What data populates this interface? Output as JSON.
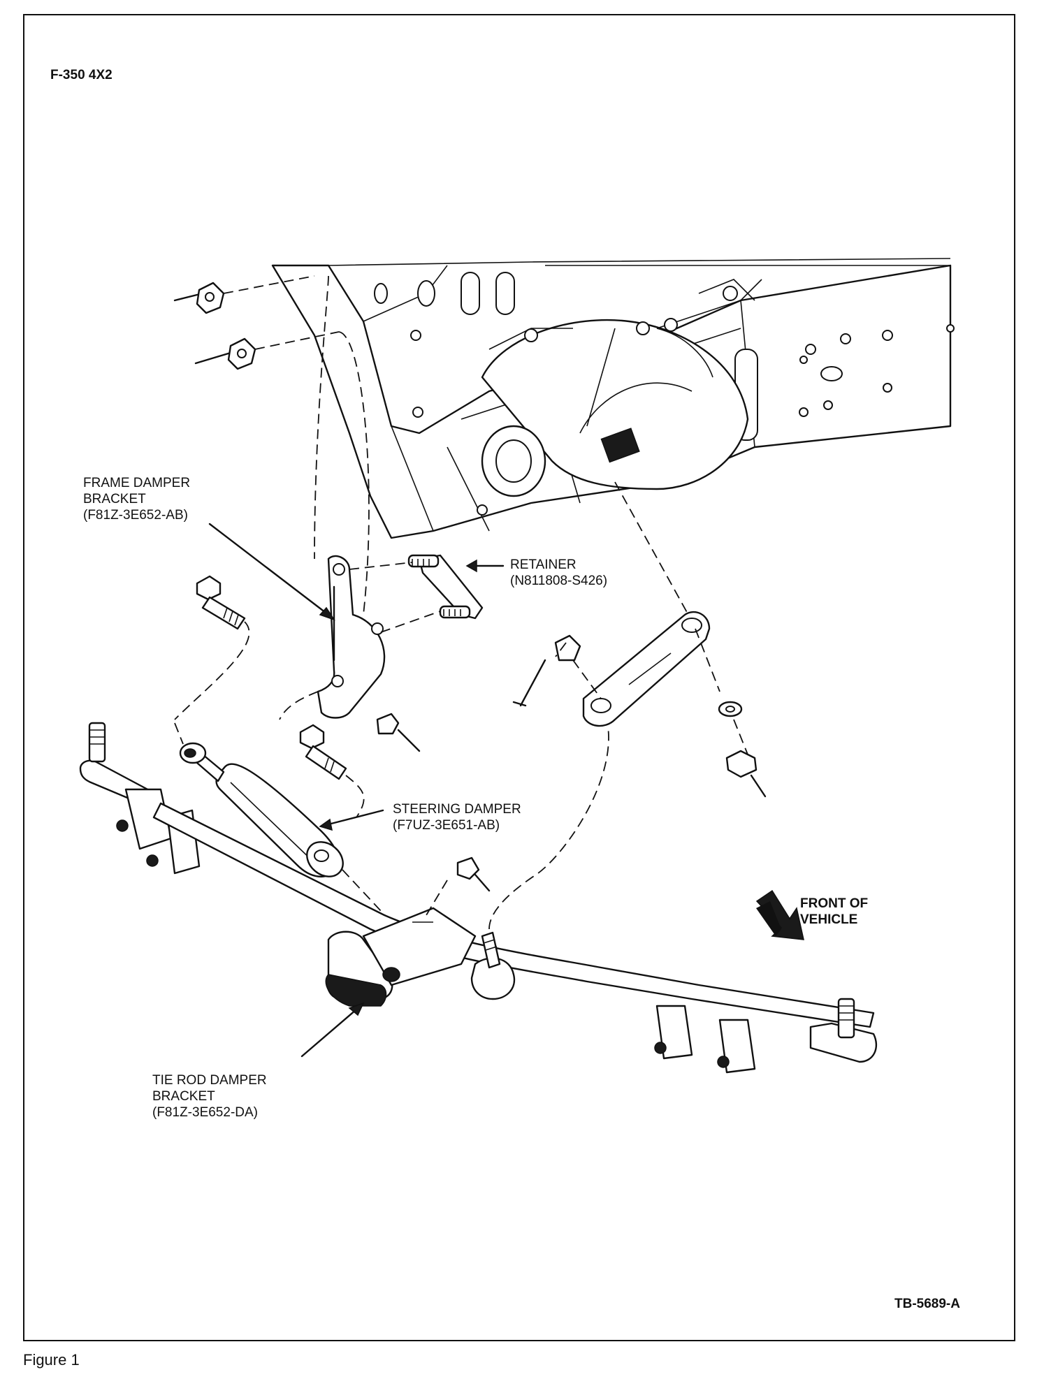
{
  "header": {
    "model": "F-350 4X2"
  },
  "labels": {
    "frame_bracket": {
      "line1": "FRAME DAMPER",
      "line2": "BRACKET",
      "part": "(F81Z-3E652-AB)"
    },
    "retainer": {
      "line1": "RETAINER",
      "part": "(N811808-S426)"
    },
    "steering_damper": {
      "line1": "STEERING DAMPER",
      "part": "(F7UZ-3E651-AB)"
    },
    "front": {
      "line1": "FRONT OF",
      "line2": "VEHICLE"
    },
    "tie_rod_bracket": {
      "line1": "TIE ROD DAMPER",
      "line2": "BRACKET",
      "part": "(F81Z-3E652-DA)"
    }
  },
  "drawing_id": "TB-5689-A",
  "caption": "Figure 1"
}
